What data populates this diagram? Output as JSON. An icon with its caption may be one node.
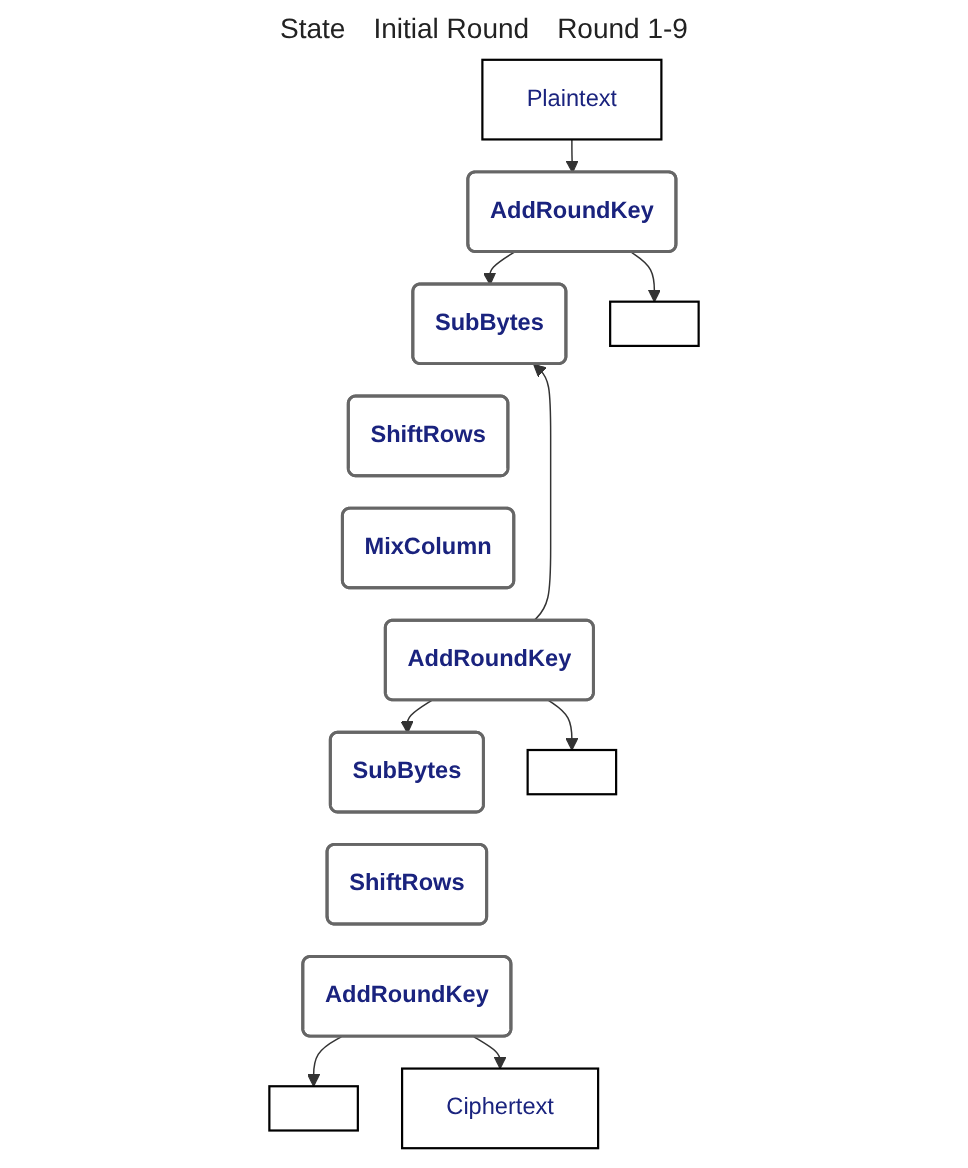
{
  "diagram": {
    "nodes": [
      {
        "text": [
          "Plaintext"
        ]
      },
      {
        "text": [
          "AddRoundKey"
        ]
      },
      {
        "text": [
          "SubBytes"
        ]
      },
      {
        "text": [
          "ShiftRows"
        ]
      },
      {
        "text": [
          "MixColumn"
        ]
      },
      {
        "text": [
          "AddRoundKey"
        ]
      },
      {
        "text": [
          "SubBytes"
        ]
      },
      {
        "text": [
          "ShiftRows"
        ]
      },
      {
        "text": [
          "AddRoundKey"
        ]
      },
      {
        "text": [
          "Ciphertext"
        ]
      },
      {
        "text": [],
        "shape": "box"
      },
      {
        "text": [],
        "shape": "box"
      },
      {
        "text": [],
        "shape": "box"
      }
    ],
    "edges": [
      {
        "from": 0,
        "to": 1,
        "arrow": "to"
      },
      {
        "from": 1,
        "to": 2,
        "arrow": "to"
      },
      {
        "from": 1,
        "to": 10,
        "arrow": "to"
      },
      {
        "from": 5,
        "to": 11,
        "arrow": "to"
      },
      {
        "from": 5,
        "to": 2,
        "arrow": "to"
      },
      {
        "from": 5,
        "to": 6,
        "arrow": "to"
      },
      {
        "from": 8,
        "to": 12,
        "arrow": "to"
      },
      {
        "from": 8,
        "to": 9,
        "arrow": "to"
      }
    ],
    "labels": [
      "State",
      "Initial Round",
      "Round 1-9"
    ]
  }
}
